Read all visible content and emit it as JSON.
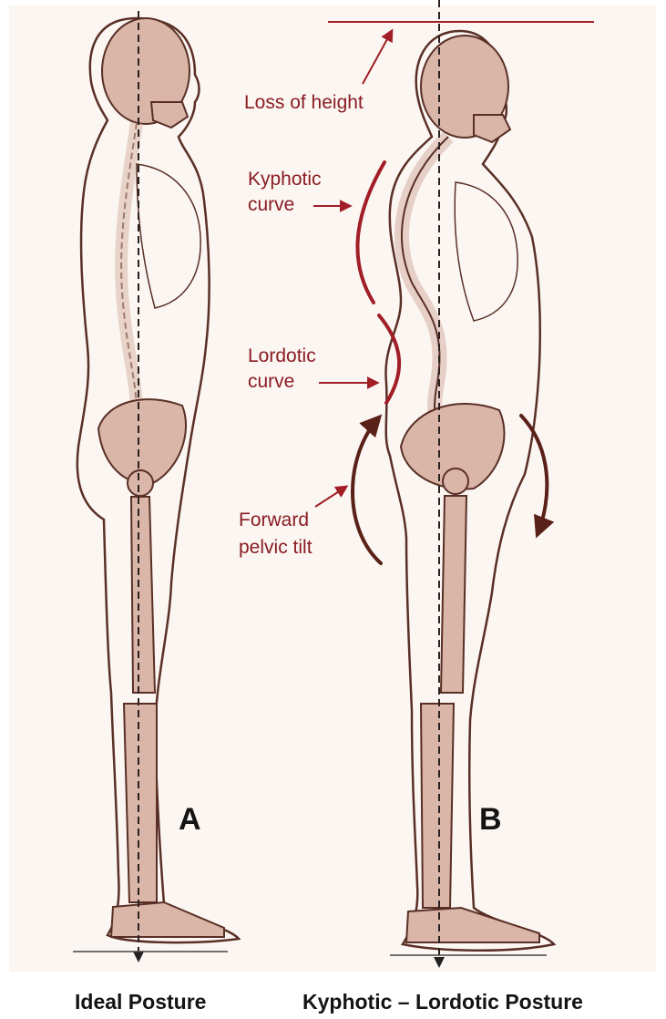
{
  "labels": {
    "loss_of_height": "Loss of height",
    "kyphotic_1": "Kyphotic",
    "kyphotic_2": "curve",
    "lordotic_1": "Lordotic",
    "lordotic_2": "curve",
    "pelvic_1": "Forward",
    "pelvic_2": "pelvic tilt"
  },
  "figures": {
    "a_letter": "A",
    "b_letter": "B",
    "a_caption": "Ideal Posture",
    "b_caption": "Kyphotic – Lordotic Posture"
  },
  "colors": {
    "bone": "#d9b6a8",
    "outline": "#5a2f26",
    "annotation": "#a11e27",
    "tilt_arrow": "#5a2118",
    "background": "#fbf6f2"
  }
}
